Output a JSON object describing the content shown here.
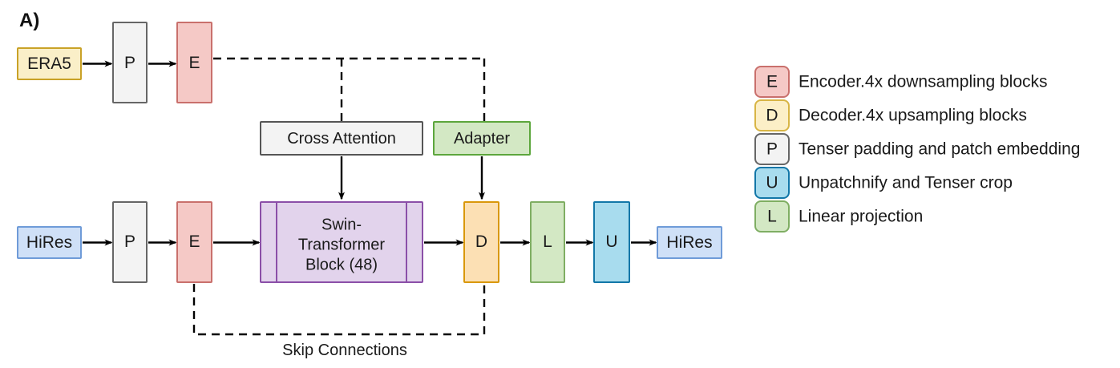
{
  "panel": {
    "label": "A)"
  },
  "colors": {
    "encoder_fill": "#F5C9C6",
    "encoder_stroke": "#C9706C",
    "decoder_fill": "#FCE0B4",
    "decoder_stroke": "#D9980B",
    "decoder_legend_fill": "#FCEFC7",
    "decoder_legend_stroke": "#D8B545",
    "padding_fill": "#F3F3F3",
    "padding_stroke": "#666666",
    "unpatch_fill": "#A8DCEE",
    "unpatch_stroke": "#1277A8",
    "linear_fill": "#D3E8C4",
    "linear_stroke": "#7FAE63",
    "era5_fill": "#FAEFC8",
    "era5_stroke": "#C9A227",
    "hires_fill": "#CFE0F7",
    "hires_stroke": "#6F9BD8",
    "swin_fill": "#E2D3EC",
    "swin_stroke": "#8B4FA8",
    "adapter_fill": "#D3E8C4",
    "adapter_stroke": "#5CA63C",
    "cross_fill": "#F3F3F3",
    "cross_stroke": "#555555",
    "arrow": "#000000"
  },
  "nodes": {
    "era5_input": "ERA5",
    "patch_top": "P",
    "encoder_top": "E",
    "cross_attention": "Cross Attention",
    "adapter": "Adapter",
    "hires_input": "HiRes",
    "patch_bottom": "P",
    "encoder_bottom": "E",
    "swin_block": "Swin-\nTransformer\nBlock (48)",
    "swin_line1": "Swin-",
    "swin_line2": "Transformer",
    "swin_line3": "Block (48)",
    "decoder": "D",
    "linear": "L",
    "unpatchify": "U",
    "hires_output": "HiRes"
  },
  "annotations": {
    "skip_connections": "Skip Connections"
  },
  "legend": {
    "items": [
      {
        "glyph": "E",
        "label": "Encoder.4x downsampling blocks",
        "fill": "#F5C9C6",
        "stroke": "#C9706C"
      },
      {
        "glyph": "D",
        "label": "Decoder.4x upsampling blocks",
        "fill": "#FCEFC7",
        "stroke": "#D8B545"
      },
      {
        "glyph": "P",
        "label": "Tenser padding and patch embedding",
        "fill": "#F3F3F3",
        "stroke": "#666666"
      },
      {
        "glyph": "U",
        "label": "Unpatchnify and Tenser crop",
        "fill": "#A8DCEE",
        "stroke": "#1277A8"
      },
      {
        "glyph": "L",
        "label": "Linear projection",
        "fill": "#D3E8C4",
        "stroke": "#7FAE63"
      }
    ]
  }
}
